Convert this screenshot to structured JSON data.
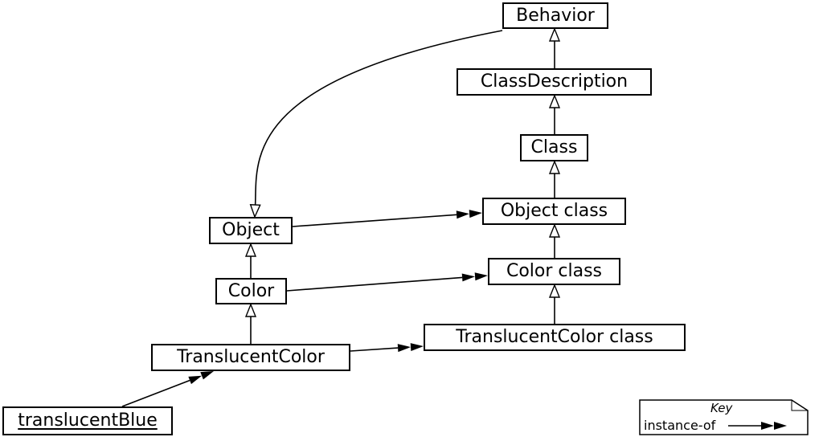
{
  "diagram": {
    "nodes": [
      {
        "id": "behavior",
        "label": "Behavior"
      },
      {
        "id": "classdescription",
        "label": "ClassDescription"
      },
      {
        "id": "class",
        "label": "Class"
      },
      {
        "id": "objectclass",
        "label": "Object class"
      },
      {
        "id": "colorclass",
        "label": "Color class"
      },
      {
        "id": "translucentcolorclass",
        "label": "TranslucentColor class"
      },
      {
        "id": "object",
        "label": "Object"
      },
      {
        "id": "color",
        "label": "Color"
      },
      {
        "id": "translucentcolor",
        "label": "TranslucentColor"
      },
      {
        "id": "translucentblue",
        "label": "translucentBlue"
      }
    ],
    "edges": [
      {
        "from": "classdescription",
        "to": "behavior",
        "type": "inherits"
      },
      {
        "from": "class",
        "to": "classdescription",
        "type": "inherits"
      },
      {
        "from": "objectclass",
        "to": "class",
        "type": "inherits"
      },
      {
        "from": "colorclass",
        "to": "objectclass",
        "type": "inherits"
      },
      {
        "from": "translucentcolorclass",
        "to": "colorclass",
        "type": "inherits"
      },
      {
        "from": "behavior",
        "to": "object",
        "type": "inherits"
      },
      {
        "from": "color",
        "to": "object",
        "type": "inherits"
      },
      {
        "from": "translucentcolor",
        "to": "color",
        "type": "inherits"
      },
      {
        "from": "object",
        "to": "objectclass",
        "type": "instance-of"
      },
      {
        "from": "color",
        "to": "colorclass",
        "type": "instance-of"
      },
      {
        "from": "translucentcolor",
        "to": "translucentcolorclass",
        "type": "instance-of"
      },
      {
        "from": "translucentblue",
        "to": "translucentcolor",
        "type": "instance-of"
      }
    ]
  },
  "key": {
    "title": "Key",
    "label": "instance-of"
  }
}
